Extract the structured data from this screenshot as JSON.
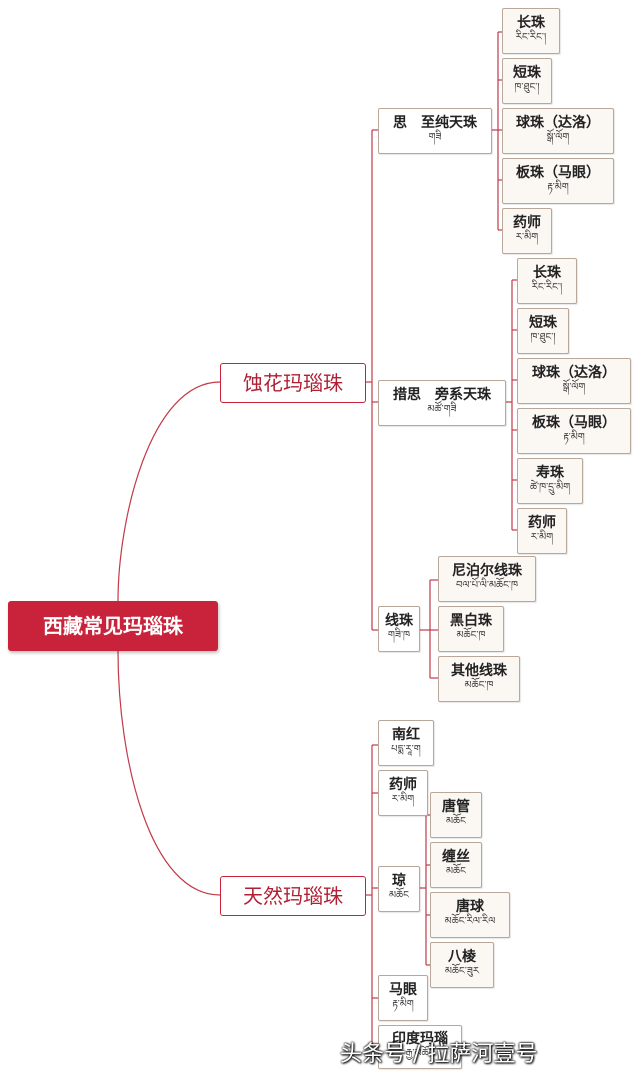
{
  "root": "西藏常见玛瑙珠",
  "etched": {
    "label": "蚀花玛瑙珠",
    "zhi": {
      "title": "思　至纯天珠",
      "sub": "གཟི",
      "leaves": [
        {
          "title": "长珠",
          "sub": "རིང་རིང་།"
        },
        {
          "title": "短珠",
          "sub": "ཁ་ཐུང་།"
        },
        {
          "title": "球珠（达洛）",
          "sub": "སྒོ་ལོག"
        },
        {
          "title": "板珠（马眼）",
          "sub": "རྟ་མིག"
        },
        {
          "title": "药师",
          "sub": "ར་མིག"
        }
      ]
    },
    "tsozhi": {
      "title": "措思　旁系天珠",
      "sub": "མཚོ་གཟི",
      "leaves": [
        {
          "title": "长珠",
          "sub": "རིང་རིང་།"
        },
        {
          "title": "短珠",
          "sub": "ཁ་ཐུང་།"
        },
        {
          "title": "球珠（达洛）",
          "sub": "སྒོ་ལོག"
        },
        {
          "title": "板珠（马眼）",
          "sub": "རྟ་མིག"
        },
        {
          "title": "寿珠",
          "sub": "ཚེ་ཁ་དྲུ་མིག"
        },
        {
          "title": "药师",
          "sub": "ར་མིག"
        }
      ]
    },
    "line": {
      "title": "线珠",
      "sub": "གཟི་ཁ",
      "leaves": [
        {
          "title": "尼泊尔线珠",
          "sub": "བལ་པོ་ལི་མཆོང་ཁ"
        },
        {
          "title": "黑白珠",
          "sub": "མཆོང་ཁ"
        },
        {
          "title": "其他线珠",
          "sub": "མཆོང་ཁ"
        }
      ]
    }
  },
  "natural": {
    "label": "天然玛瑙珠",
    "nanhong": {
      "title": "南红",
      "sub": "པདྨ་རཱ་ག"
    },
    "yaoshi": {
      "title": "药师",
      "sub": "ར་མིག"
    },
    "qiong": {
      "title": "琼",
      "sub": "མཆོང",
      "leaves": [
        {
          "title": "唐管",
          "sub": "མཆོང"
        },
        {
          "title": "缠丝",
          "sub": "མཆོང"
        },
        {
          "title": "唐球",
          "sub": "མཆོང་རིལ་རིལ"
        },
        {
          "title": "八棱",
          "sub": "མཆོང་ཟུར"
        }
      ]
    },
    "mayan": {
      "title": "马眼",
      "sub": "རྟ་མིག"
    },
    "india": {
      "title": "印度玛瑙",
      "sub": "རྒྱ་མཆོང"
    }
  },
  "watermark": "头条号 / 拉萨河壹号",
  "colors": {
    "accent": "#c8233a",
    "link": "#c23a48",
    "border": "#b9a79a"
  }
}
